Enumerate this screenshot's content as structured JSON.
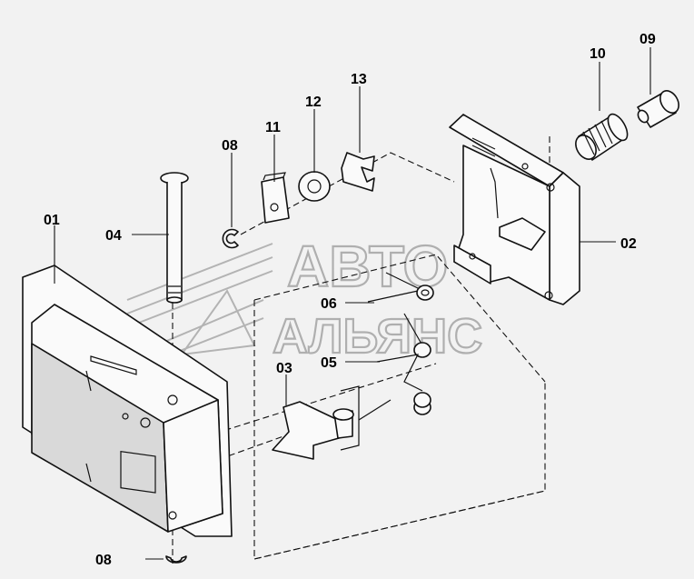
{
  "callouts": {
    "c01": "01",
    "c02": "02",
    "c03": "03",
    "c04": "04",
    "c05": "05",
    "c06": "06",
    "c08_top": "08",
    "c08_bottom": "08",
    "c09": "09",
    "c10": "10",
    "c11": "11",
    "c12": "12",
    "c13": "13"
  },
  "watermark": {
    "line1": "АВТО",
    "line2": "АЛЬЯНС"
  },
  "colors": {
    "background": "#f2f2f2",
    "ink": "#111111",
    "watermark": "#7a7a7a"
  }
}
